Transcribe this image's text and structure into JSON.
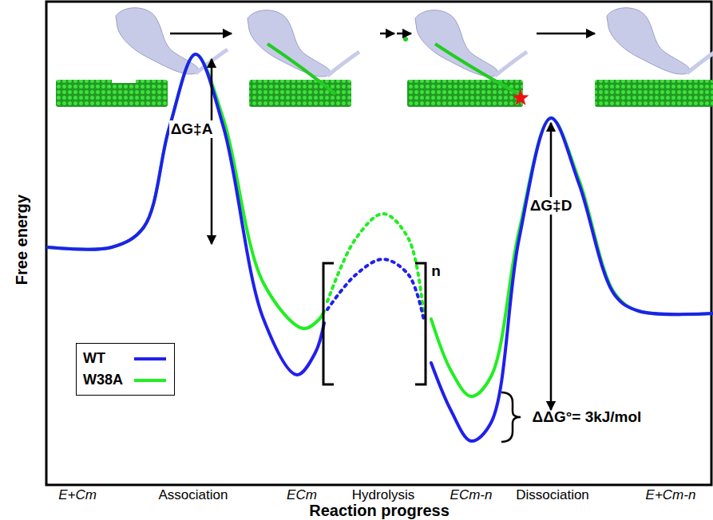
{
  "diagram": {
    "labels": [
      "ΔG‡A",
      "n",
      "ΔG‡D",
      "ΔΔG°= 3kJ/mol",
      "Free energy",
      "E+Cm",
      "Association",
      "ECm",
      "Hydrolysis",
      "ECm-n",
      "Dissociation",
      "E+Cm-n",
      "Reaction progress"
    ],
    "legend": [
      {
        "text": "WT"
      },
      {
        "text": "W38A"
      }
    ]
  }
}
